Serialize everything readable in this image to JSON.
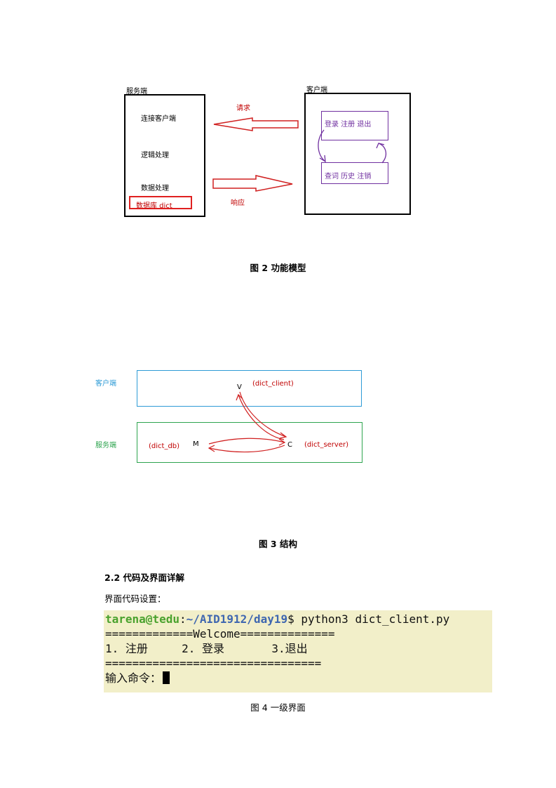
{
  "fig2": {
    "server_title": "服务端",
    "client_title": "客户端",
    "server_items": [
      "连接客户端",
      "逻辑处理",
      "数据处理"
    ],
    "db_label": "数据库 dict",
    "request_label": "请求",
    "response_label": "响应",
    "client_top": "登录 注册 退出",
    "client_bottom": "查词 历史 注销",
    "caption": "图 2  功能模型"
  },
  "fig3": {
    "client_label": "客户端",
    "server_label": "服务端",
    "v": "V",
    "m": "M",
    "c": "C",
    "dict_client": "(dict_client)",
    "dict_db": "(dict_db)",
    "dict_server": "(dict_server)",
    "caption": "图 3  结构"
  },
  "section": {
    "heading": "2.2  代码及界面详解",
    "sub": "界面代码设置："
  },
  "terminal": {
    "user": "tarena@tedu",
    "sep": ":",
    "path": "~/AID1912/day19",
    "cmd": "$ python3 dict_client.py",
    "line2": "=============Welcome==============",
    "line3": "1. 注册     2. 登录       3.退出",
    "line4": "================================",
    "prompt": "输入命令："
  },
  "fig4": {
    "caption": "图 4  一级界面"
  },
  "colors": {
    "purple": "#7030a0",
    "red": "#c00000",
    "blue": "#2e9bd6",
    "green": "#2ea44f",
    "terminal_bg": "#f2efc9"
  }
}
